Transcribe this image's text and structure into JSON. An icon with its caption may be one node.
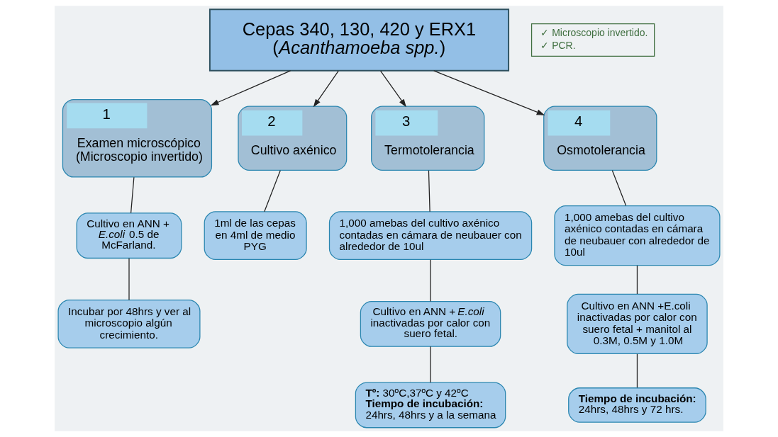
{
  "diagram": {
    "nodes": [
      {
        "text": [
          "Cepas 340, 130, 420 y ERX1 (*Acanthamoeba spp.*)"
        ]
      },
      {
        "text": [
          "✓ Microscopio invertido.",
          "✓ PCR."
        ]
      },
      {
        "text": [
          "1",
          "Examen microscópico (Microscopio invertido)"
        ]
      },
      {
        "text": [
          "2",
          "Cultivo axénico"
        ]
      },
      {
        "text": [
          "3",
          "Termotolerancia"
        ]
      },
      {
        "text": [
          "4",
          "Osmotolerancia"
        ]
      },
      {
        "text": [
          "Cultivo en ANN + *E.coli* 0.5 de McFarland."
        ]
      },
      {
        "text": [
          "Incubar por 48hrs y ver al microscopio algún crecimiento."
        ]
      },
      {
        "text": [
          "1ml de las cepas en 4ml de medio PYG"
        ]
      },
      {
        "text": [
          "1,000 amebas del cultivo axénico contadas en cámara de neubauer con alrededor de 10ul"
        ]
      },
      {
        "text": [
          "Cultivo en ANN + *E.coli* inactivadas por calor con suero fetal."
        ]
      },
      {
        "text": [
          "**Tº:** 30ºC,37ºC y 42ºC **Tiempo de incubación:** 24hrs, 48hrs y a la semana"
        ]
      },
      {
        "text": [
          "1,000 amebas del cultivo axénico contadas en cámara de neubauer con alrededor de 10ul"
        ]
      },
      {
        "text": [
          "Cultivo en ANN +E.coli inactivadas por calor con suero fetal + manitol al 0.3M, 0.5M y 1.0M"
        ]
      },
      {
        "text": [
          "**Tiempo de incubación:** 24hrs, 48hrs y 72 hrs."
        ]
      }
    ],
    "edges": [
      {
        "from": 0,
        "to": 2,
        "arrow": "to"
      },
      {
        "from": 0,
        "to": 3,
        "arrow": "to"
      },
      {
        "from": 0,
        "to": 4,
        "arrow": "to"
      },
      {
        "from": 0,
        "to": 5,
        "arrow": "to"
      },
      {
        "from": 2,
        "to": 6,
        "arrow": "none"
      },
      {
        "from": 6,
        "to": 7,
        "arrow": "none"
      },
      {
        "from": 3,
        "to": 8,
        "arrow": "none"
      },
      {
        "from": 4,
        "to": 9,
        "arrow": "none"
      },
      {
        "from": 9,
        "to": 10,
        "arrow": "none"
      },
      {
        "from": 10,
        "to": 11,
        "arrow": "none"
      },
      {
        "from": 5,
        "to": 12,
        "arrow": "none"
      },
      {
        "from": 12,
        "to": 13,
        "arrow": "none"
      },
      {
        "from": 13,
        "to": 14,
        "arrow": "none"
      }
    ]
  }
}
